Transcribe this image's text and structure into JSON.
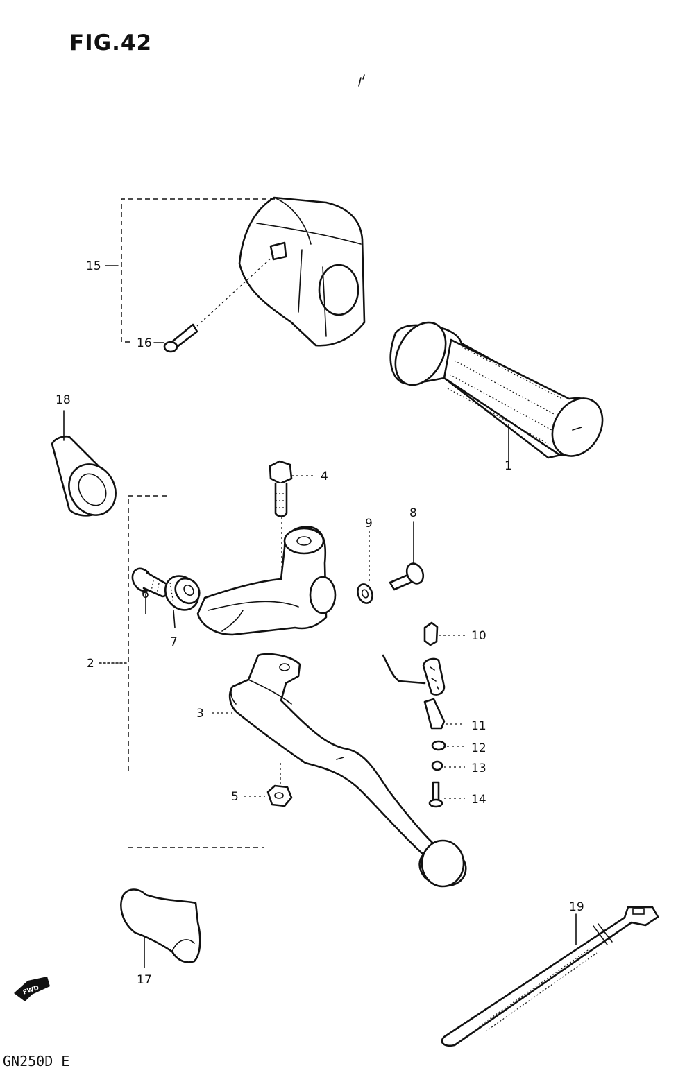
{
  "title": "FIG.42",
  "model_code": "GN250D E",
  "direction_badge": "FWD",
  "callouts": [
    "1",
    "2",
    "3",
    "4",
    "5",
    "6",
    "7",
    "8",
    "9",
    "10",
    "11",
    "12",
    "13",
    "14",
    "15",
    "16",
    "17",
    "18",
    "19"
  ]
}
